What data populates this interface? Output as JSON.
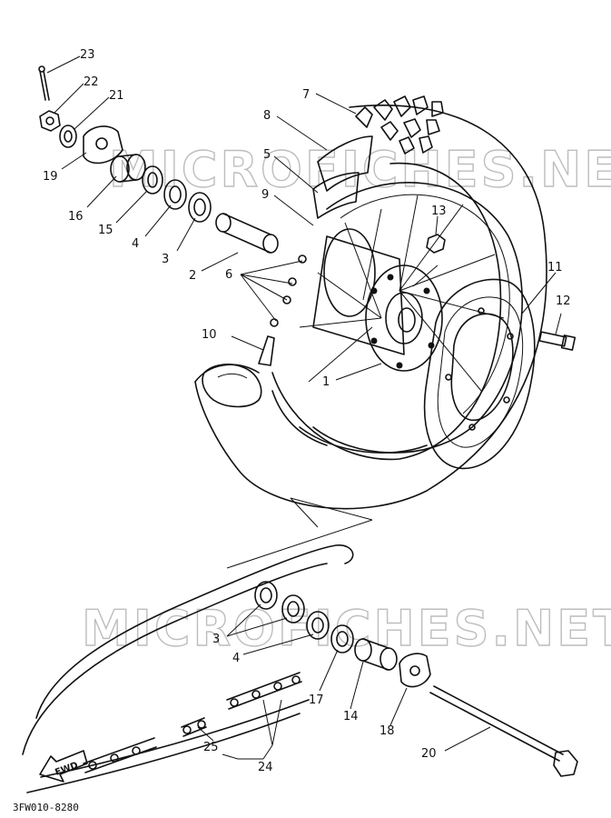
{
  "callouts": {
    "c23": "23",
    "c22": "22",
    "c21": "21",
    "c19": "19",
    "c16": "16",
    "c15": "15",
    "c4a": "4",
    "c3a": "3",
    "c2": "2",
    "c7": "7",
    "c8": "8",
    "c5": "5",
    "c9": "9",
    "c13": "13",
    "c6": "6",
    "c10": "10",
    "c1": "1",
    "c11": "11",
    "c12": "12",
    "c3b": "3",
    "c4b": "4",
    "c17": "17",
    "c14": "14",
    "c18": "18",
    "c20": "20",
    "c25": "25",
    "c24": "24"
  },
  "watermark_top": "MICROFICHES.NET",
  "watermark_bottom": "MICROFICHES.NET",
  "fwd_label": "FWD",
  "figure_code": "3FW010-8280"
}
